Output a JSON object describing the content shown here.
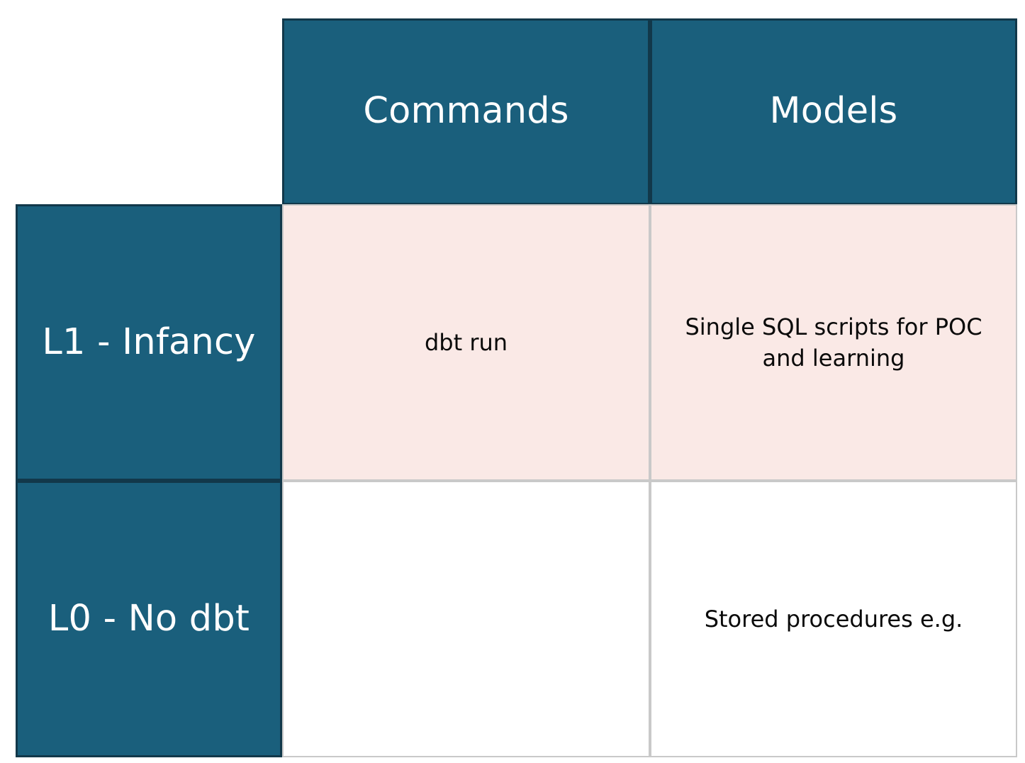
{
  "matrix": {
    "corner_label": "",
    "column_headers": [
      {
        "id": "commands",
        "label": "Commands"
      },
      {
        "id": "models",
        "label": "Models"
      }
    ],
    "row_headers": [
      {
        "id": "l1-infancy",
        "label": "L1 - Infancy"
      },
      {
        "id": "l0-no-dbt",
        "label": "L0 - No dbt"
      }
    ],
    "rows": [
      {
        "row_id": "l1-infancy",
        "fill": "pink",
        "cells": [
          {
            "col": "commands",
            "text": "dbt run"
          },
          {
            "col": "models",
            "text": "Single SQL scripts for POC and learning"
          }
        ]
      },
      {
        "row_id": "l0-no-dbt",
        "fill": "white",
        "cells": [
          {
            "col": "commands",
            "text": ""
          },
          {
            "col": "models",
            "text": "Stored procedures e.g."
          }
        ]
      }
    ]
  },
  "colors": {
    "header_teal": "#1a5f7c",
    "header_border": "#12384a",
    "row_l1_fill": "#fae9e6",
    "row_l0_fill": "#ffffff",
    "body_border": "#c9c9c9",
    "header_text": "#ffffff",
    "body_text": "#0a0a0a",
    "page_background": "#ffffff"
  }
}
